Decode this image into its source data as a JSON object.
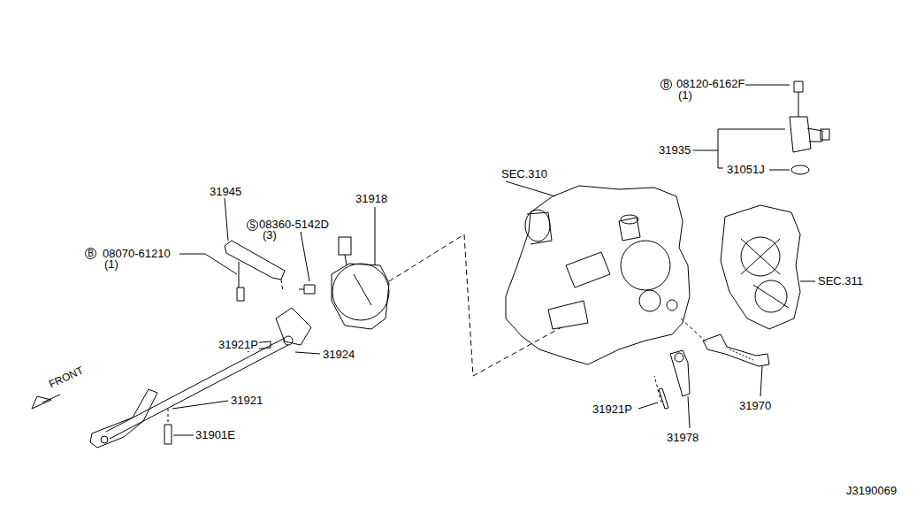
{
  "diagram": {
    "nodes": [
      {
        "text": [
          "B"
        ]
      },
      {
        "text": [
          "S"
        ]
      },
      {
        "text": [
          "B"
        ]
      }
    ],
    "labels": [
      "08120-6162F",
      "(1)",
      "31935",
      "31051J",
      "SEC.310",
      "31945",
      "31918",
      "08360-5142D",
      "(3)",
      "08070-61210",
      "(1)",
      "SEC.311",
      "31921P",
      "31924",
      "31921",
      "FRONT",
      "31901E",
      "31921P",
      "31978",
      "31970",
      "J3190069"
    ]
  }
}
